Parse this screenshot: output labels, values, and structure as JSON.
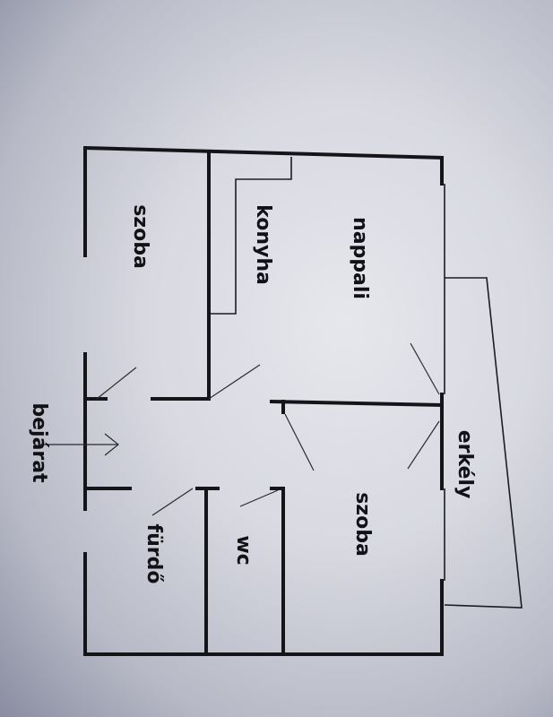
{
  "plan": {
    "rooms": {
      "nappali": "nappali",
      "konyha": "konyha",
      "szoba_left": "szoba",
      "szoba_right": "szoba",
      "wc": "wc",
      "furdo": "fürdő",
      "erkely": "erkély",
      "bejarat": "bejárat"
    }
  },
  "colors": {
    "ink": "#151519",
    "paper": "#e6e7ec"
  }
}
